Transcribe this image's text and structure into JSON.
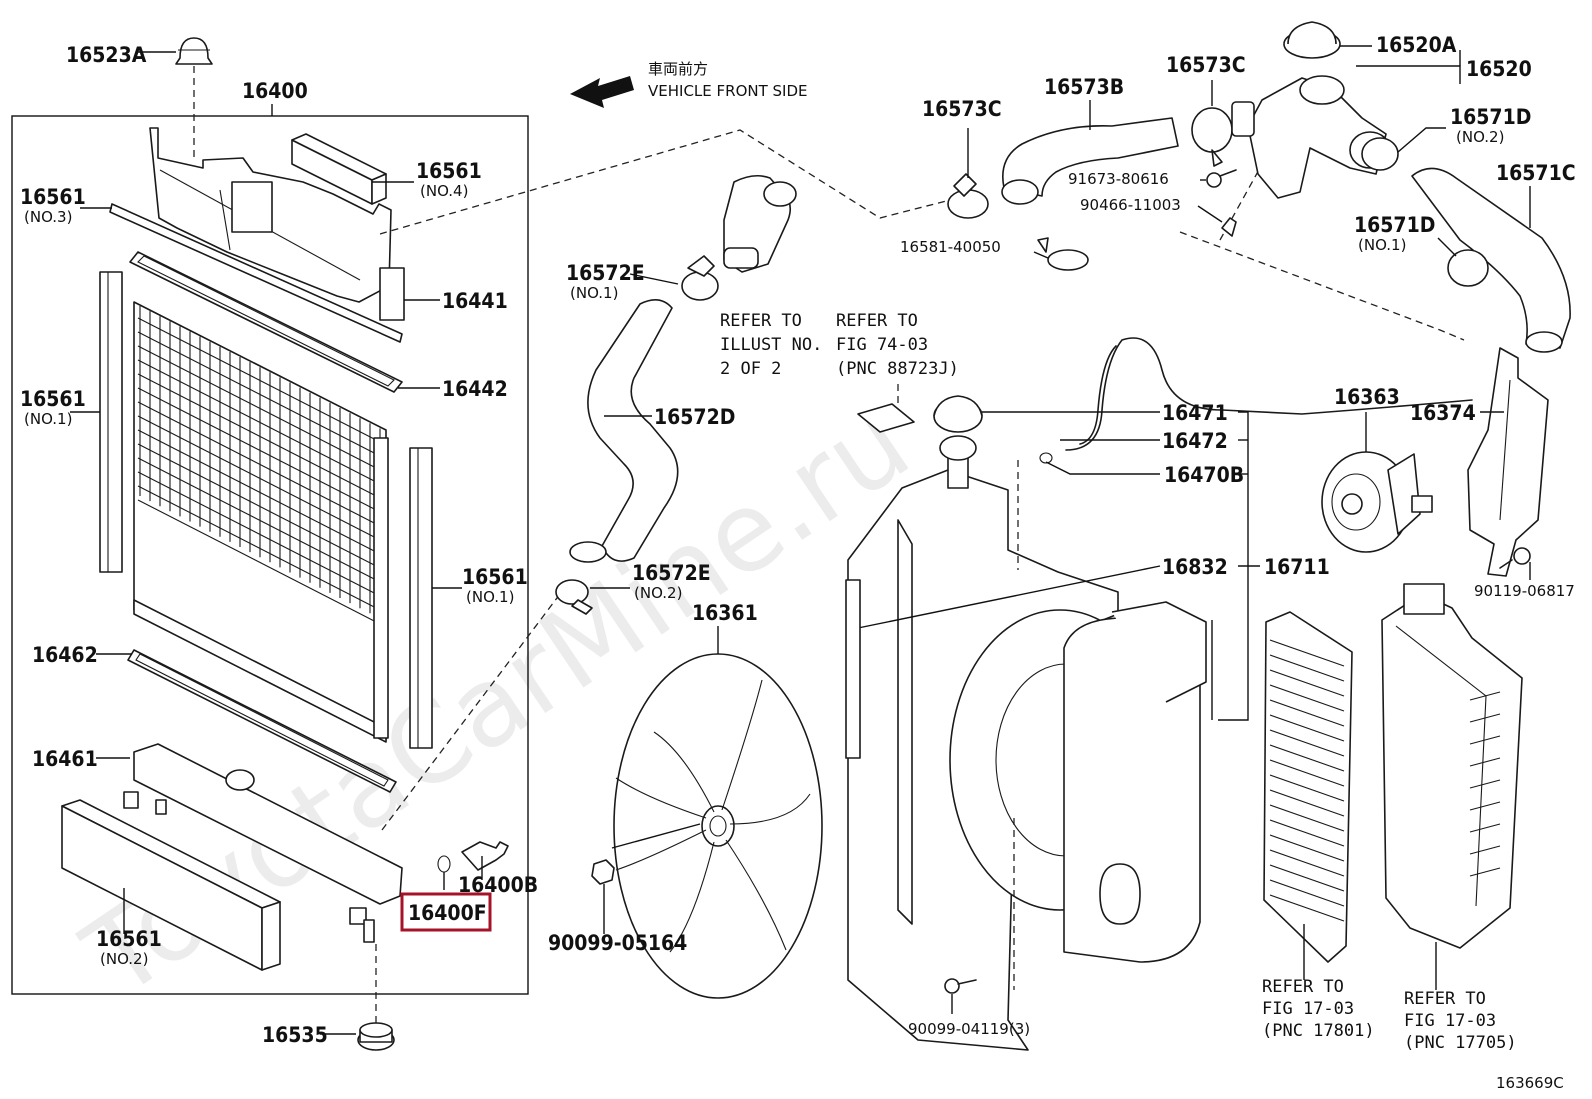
{
  "direction": {
    "jp": "車両前方",
    "en": "VEHICLE FRONT SIDE"
  },
  "watermark": "ToyotaCarMine.ru",
  "figure_code": "163669C",
  "labels": {
    "p16523A": "16523A",
    "p16400": "16400",
    "p16561_no4": "16561",
    "p16561_no4_sub": "(NO.4)",
    "p16561_no3": "16561",
    "p16561_no3_sub": "(NO.3)",
    "p16441": "16441",
    "p16442": "16442",
    "p16561_no1_left": "16561",
    "p16561_no1_left_sub": "(NO.1)",
    "p16561_no1_right": "16561",
    "p16561_no1_right_sub": "(NO.1)",
    "p16462": "16462",
    "p16461": "16461",
    "p16400B": "16400B",
    "p16400F": "16400F",
    "p16561_no2": "16561",
    "p16561_no2_sub": "(NO.2)",
    "p16535": "16535",
    "p16572E_no1": "16572E",
    "p16572E_no1_sub": "(NO.1)",
    "refer_illust": [
      "REFER TO",
      "ILLUST NO.",
      "2 OF 2"
    ],
    "p16572D": "16572D",
    "p16572E_no2": "16572E",
    "p16572E_no2_sub": "(NO.2)",
    "p16361": "16361",
    "p90099_05164": "90099-05164",
    "refer_fig74": [
      "REFER TO",
      "FIG 74-03",
      "(PNC 88723J)"
    ],
    "p16573C_a": "16573C",
    "p16573B": "16573B",
    "p16573C_b": "16573C",
    "p16520A": "16520A",
    "p16520": "16520",
    "p16571D_no2": "16571D",
    "p16571D_no2_sub": "(NO.2)",
    "p91673": "91673-80616",
    "p90466": "90466-11003",
    "p16581": "16581-40050",
    "p16571C": "16571C",
    "p16571D_no1": "16571D",
    "p16571D_no1_sub": "(NO.1)",
    "p16471": "16471",
    "p16472": "16472",
    "p16470B": "16470B",
    "p16363": "16363",
    "p16374": "16374",
    "p16832": "16832",
    "p16711": "16711",
    "p90119": "90119-06817",
    "p90099_04119": "90099-04119(3)",
    "refer_fig17_a": [
      "REFER TO",
      "FIG 17-03",
      "(PNC 17801)"
    ],
    "refer_fig17_b": [
      "REFER TO",
      "FIG 17-03",
      "(PNC 17705)"
    ]
  },
  "highlight": {
    "part": "16400F",
    "color": "#a4132a"
  }
}
